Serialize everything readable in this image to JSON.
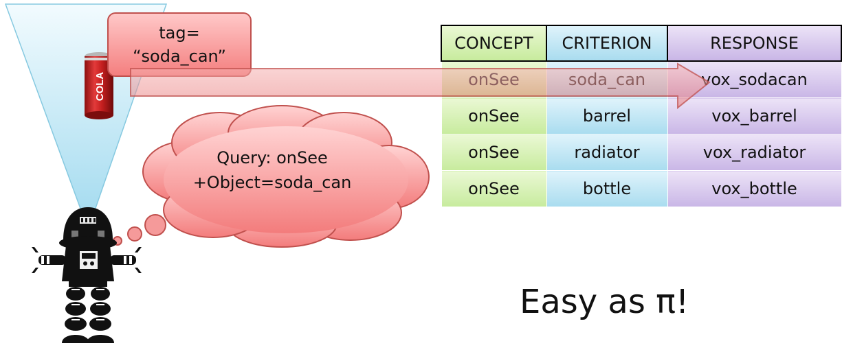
{
  "tag_box": {
    "line1": "tag=",
    "line2": "“soda_can”"
  },
  "can_label": "COLA",
  "thought": {
    "line1": "Query: onSee",
    "line2": "+Object=soda_can"
  },
  "table": {
    "headers": [
      "CONCEPT",
      "CRITERION",
      "RESPONSE"
    ],
    "rows": [
      [
        "onSee",
        "soda_can",
        "vox_sodacan"
      ],
      [
        "onSee",
        "barrel",
        "vox_barrel"
      ],
      [
        "onSee",
        "radiator",
        "vox_radiator"
      ],
      [
        "onSee",
        "bottle",
        "vox_bottle"
      ]
    ]
  },
  "caption": "Easy as π!",
  "colors": {
    "tag_fill": "#f47f7f",
    "cloud_fill": "#f79a9a",
    "vision_cone": "#bfe7f5",
    "concept_col": "#c7eb9d",
    "criterion_col": "#a9dcef",
    "response_col": "#c9b6e6"
  }
}
